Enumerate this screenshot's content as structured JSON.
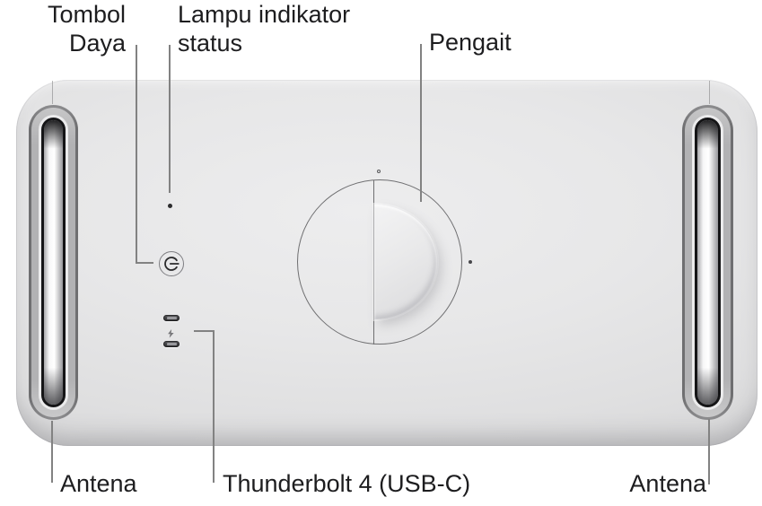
{
  "callouts": {
    "power_button": {
      "line1": "Tombol",
      "line2": "Daya"
    },
    "status_indicator": {
      "line1": "Lampu indikator",
      "line2": "status"
    },
    "latch": {
      "label": "Pengait"
    },
    "antenna_left": {
      "label": "Antena"
    },
    "thunderbolt": {
      "label": "Thunderbolt 4 (USB-C)"
    },
    "antenna_right": {
      "label": "Antena"
    }
  },
  "icons": {
    "power_button": "power-symbol",
    "status_indicator": "small-round-light",
    "thunderbolt_port": "usb-c-port",
    "thunderbolt_glyph": "lightning-bolt",
    "latch_unlock_mark": "small-open-circle",
    "latch_lock_mark": "small-filled-dot"
  },
  "colors": {
    "background": "#ffffff",
    "chassis": "#e6e6e7",
    "callout_line": "#828282",
    "label_text": "#1d1d1f",
    "port_dark": "#39393b",
    "outline_gray": "#6f6f71"
  }
}
